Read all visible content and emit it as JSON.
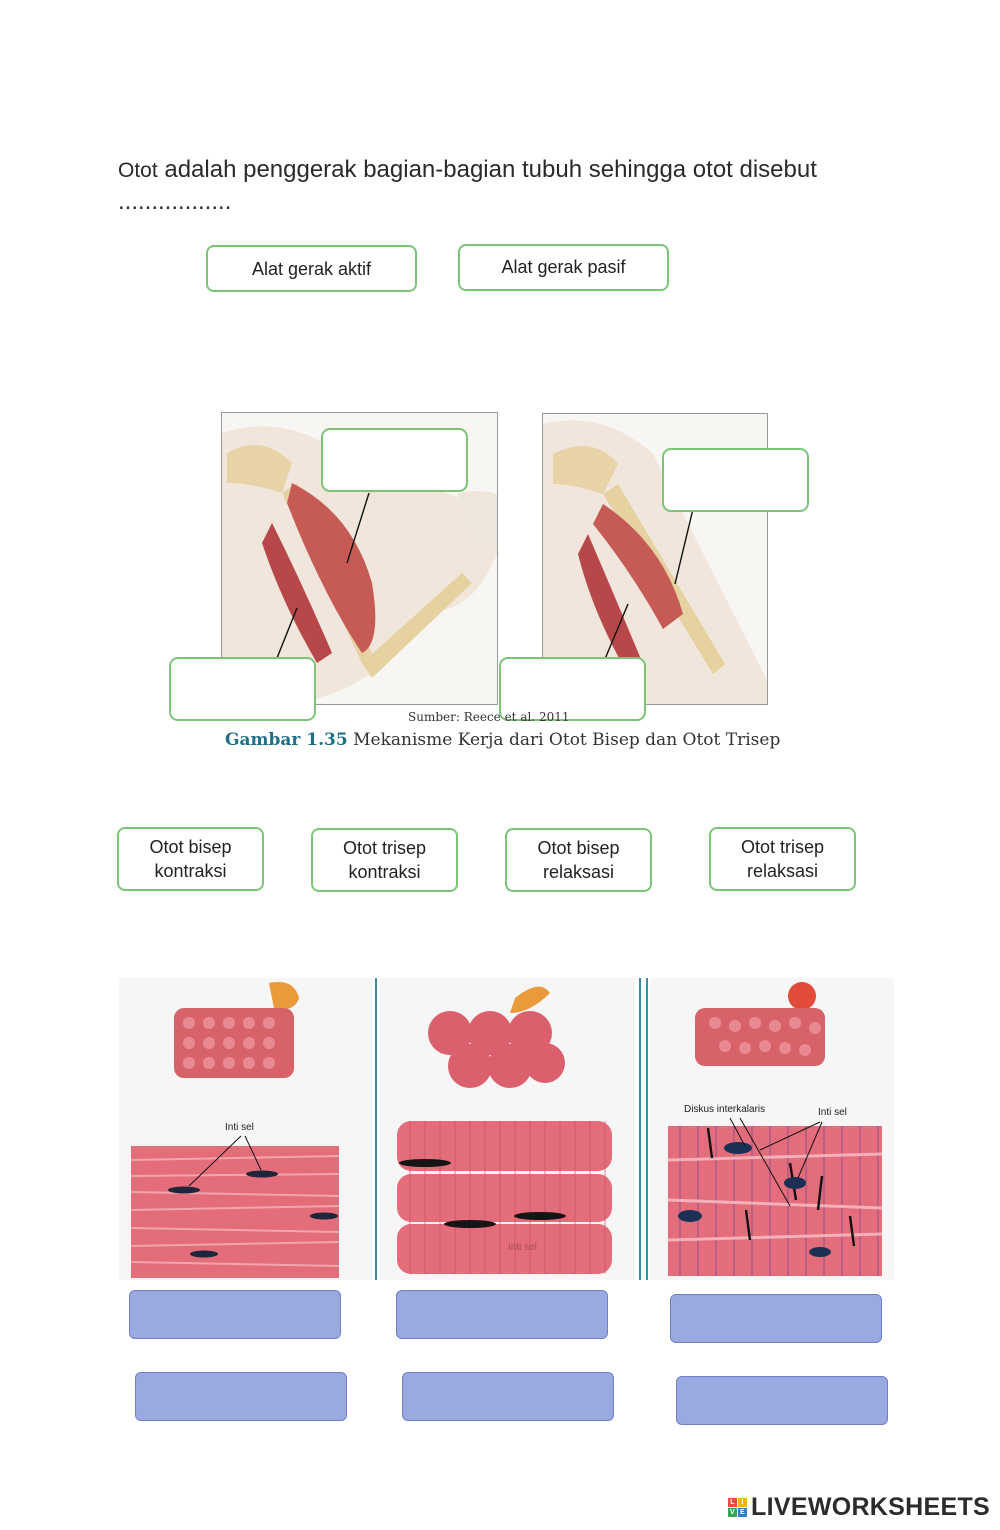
{
  "question": {
    "prefix": "Otot",
    "text": " adalah penggerak bagian-bagian tubuh sehingga otot disebut ................."
  },
  "options_top": [
    {
      "label": "Alat gerak aktif"
    },
    {
      "label": "Alat gerak pasif"
    }
  ],
  "figure": {
    "source": "Sumber: Reece et al. 2011",
    "caption_num": "Gambar 1.35",
    "caption_text": " Mekanisme Kerja dari Otot Bisep dan Otot Trisep"
  },
  "options_mid": [
    {
      "line1": "Otot bisep",
      "line2": "kontraksi"
    },
    {
      "line1": "Otot trisep",
      "line2": "kontraksi"
    },
    {
      "line1": "Otot bisep",
      "line2": "relaksasi"
    },
    {
      "line1": "Otot trisep",
      "line2": "relaksasi"
    }
  ],
  "muscle_labels": {
    "smooth_nucleus": "Inti sel",
    "skeletal_nucleus": "Inti sel",
    "cardiac_disk": "Diskus interkalaris",
    "cardiac_nucleus": "Inti sel"
  },
  "brand": {
    "name": "LIVEWORKSHEETS",
    "colors": [
      "#e94e3c",
      "#f7b500",
      "#3aa657",
      "#2f80c9"
    ]
  }
}
